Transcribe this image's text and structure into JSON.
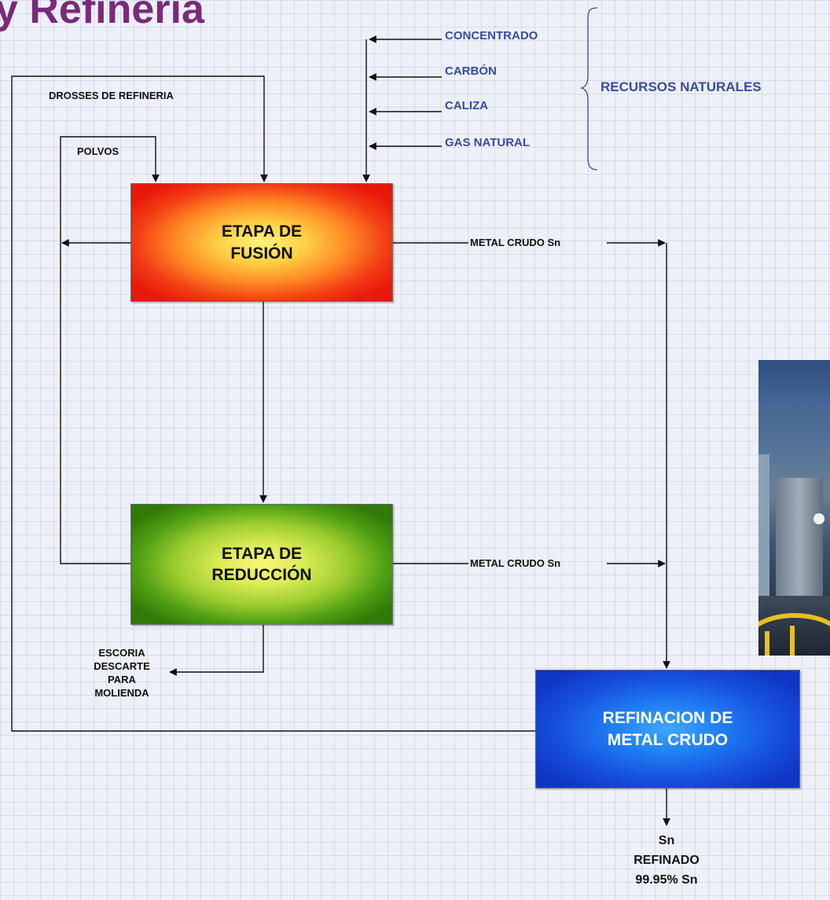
{
  "page": {
    "title": "y Refinería"
  },
  "resources": {
    "inputs": [
      "CONCENTRADO",
      "CARBÓN",
      "CALIZA",
      "GAS NATURAL"
    ],
    "group_label": "RECURSOS NATURALES"
  },
  "feedback": {
    "drosses": "DROSSES DE REFINERIA",
    "polvos": "POLVOS"
  },
  "stages": {
    "fusion": "ETAPA DE\nFUSIÓN",
    "reduccion": "ETAPA DE\nREDUCCIÓN",
    "refinacion": "REFINACION DE\nMETAL CRUDO"
  },
  "flows": {
    "metal_crudo_1": "METAL CRUDO Sn",
    "metal_crudo_2": "METAL CRUDO Sn",
    "escoria": "ESCORIA\nDESCARTE\nPARA\nMOLIENDA"
  },
  "output": {
    "product": "Sn\nREFINADO\n99.95% Sn"
  },
  "colors": {
    "title": "#7b2a7a",
    "resources_text": "#3a4a9e",
    "fusion_box": "#e8180c",
    "reduccion_box": "#2f7a08",
    "refinacion_box": "#1750de",
    "lines": "#111111"
  },
  "photo": {
    "description_icon": "industrial-plant-photo"
  }
}
